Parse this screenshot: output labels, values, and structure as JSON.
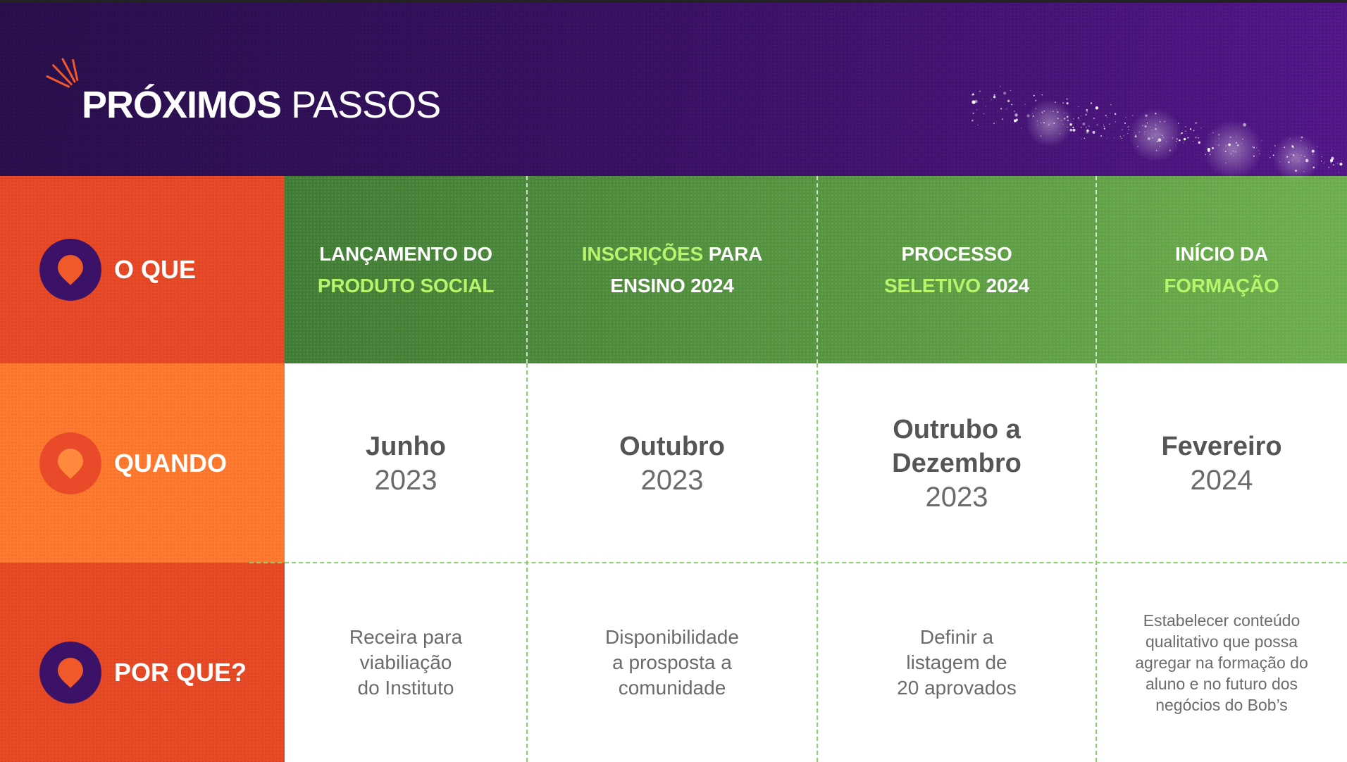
{
  "header": {
    "title_bold": "PRÓXIMOS",
    "title_light": "PASSOS"
  },
  "rows": {
    "what": "O QUE",
    "when": "QUANDO",
    "why": "POR QUE?"
  },
  "columns": [
    {
      "what_lines": [
        [
          {
            "text": "LANÇAMENTO DO",
            "highlight": false
          }
        ],
        [
          {
            "text": "PRODUTO SOCIAL",
            "highlight": true
          }
        ]
      ],
      "when_lines": [
        "Junho"
      ],
      "year": "2023",
      "why_lines": [
        "Receira para",
        "viabiliação",
        "do Instituto"
      ]
    },
    {
      "what_lines": [
        [
          {
            "text": "INSCRIÇÕES",
            "highlight": true
          },
          {
            "text": "PARA",
            "highlight": false
          }
        ],
        [
          {
            "text": "ENSINO 2024",
            "highlight": false
          }
        ]
      ],
      "when_lines": [
        "Outubro"
      ],
      "year": "2023",
      "why_lines": [
        "Disponibilidade",
        "a prosposta a",
        "comunidade"
      ]
    },
    {
      "what_lines": [
        [
          {
            "text": "PROCESSO",
            "highlight": false
          }
        ],
        [
          {
            "text": "SELETIVO",
            "highlight": true
          },
          {
            "text": "2024",
            "highlight": false
          }
        ]
      ],
      "when_lines": [
        "Outrubo a",
        "Dezembro"
      ],
      "year": "2023",
      "why_lines": [
        "Definir a",
        "listagem de",
        "20 aprovados"
      ]
    },
    {
      "what_lines": [
        [
          {
            "text": "INÍCIO DA",
            "highlight": false
          }
        ],
        [
          {
            "text": "FORMAÇÃO",
            "highlight": true
          }
        ]
      ],
      "when_lines": [
        "Fevereiro"
      ],
      "year": "2024",
      "why_lines": [
        "Estabelecer conteúdo",
        "qualitativo que possa",
        "agregar na formação do",
        "aluno e no futuro dos",
        "negócios do Bob’s"
      ]
    }
  ],
  "icons": {
    "title_accent": "spark-icon",
    "row_badge": "map-pin-icon",
    "decoration": "sparkle-decoration"
  },
  "colors": {
    "header_purple_dark": "#29104d",
    "header_purple_light": "#55188c",
    "accent_orange": "#f05a2b",
    "row_what_bg": "#e84a27",
    "row_when_bg": "#ff7a2f",
    "row_why_bg": "#e84a26",
    "what_band_start": "#3f7b33",
    "what_band_end": "#6cae4c",
    "highlight_green": "#b6f56b",
    "badge_purple": "#3b1268",
    "pin_orange": "#f05a2b",
    "when_badge": "#e84a2a",
    "when_pin": "#ff8a3d",
    "divider_green": "#8ad26a",
    "text_dark": "#555555",
    "text_muted": "#6b6b6b"
  }
}
